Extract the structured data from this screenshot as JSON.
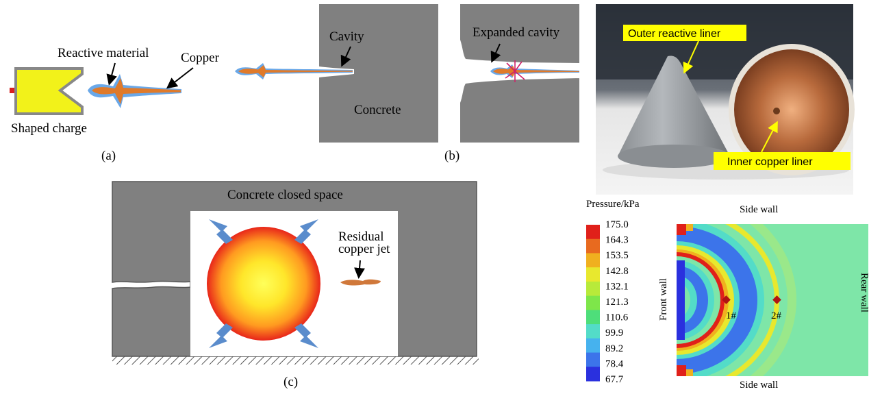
{
  "panel_a": {
    "caption": "(a)",
    "shaped_charge_label": "Shaped charge",
    "reactive_material_label": "Reactive material",
    "copper_label": "Copper"
  },
  "panel_b": {
    "caption": "(b)",
    "cavity_label": "Cavity",
    "concrete_label": "Concrete",
    "expanded_cavity_label": "Expanded cavity"
  },
  "panel_photo": {
    "outer_liner_label": "Outer reactive liner",
    "inner_liner_label": "Inner copper liner"
  },
  "panel_c": {
    "caption": "(c)",
    "space_label": "Concrete closed space",
    "residual_jet_label_line1": "Residual",
    "residual_jet_label_line2": "copper jet"
  },
  "pressure_map": {
    "colorbar_title": "Pressure/kPa",
    "colorbar_ticks": [
      "175.0",
      "164.3",
      "153.5",
      "142.8",
      "132.1",
      "121.3",
      "110.6",
      "99.9",
      "89.2",
      "78.4",
      "67.7"
    ],
    "colorbar_colors": [
      "#e0201a",
      "#e86a1f",
      "#f0b01f",
      "#e8e82e",
      "#b8ea3a",
      "#7ee64a",
      "#4ede7a",
      "#53dcc8",
      "#46b2ee",
      "#3c74ea",
      "#2a30de"
    ],
    "side_wall_top": "Side wall",
    "side_wall_bottom": "Side wall",
    "front_wall": "Front wall",
    "rear_wall": "Rear wall",
    "gauge_1": "1#",
    "gauge_2": "2#"
  },
  "colors": {
    "concrete": "#808080",
    "charge": "#f5f500",
    "copper": "#e07a2a",
    "reactive": "#6aa0e0",
    "callout_yellow": "#ffff00"
  }
}
